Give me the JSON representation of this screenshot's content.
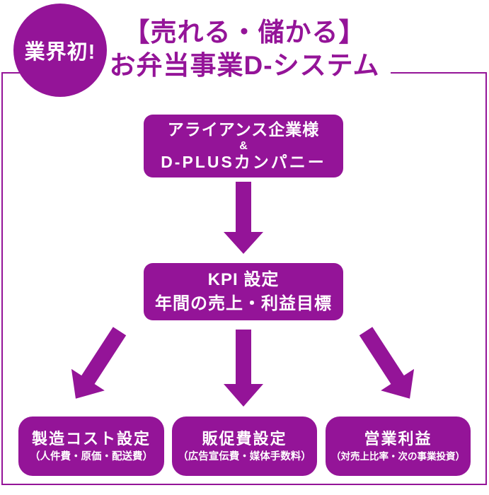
{
  "colors": {
    "purple": "#941498",
    "text_on_purple": "#ffffff",
    "background": "#ffffff"
  },
  "badge": {
    "label": "業界初!"
  },
  "title": {
    "line1": "【売れる・儲かる】",
    "line2": "お弁当事業D-システム"
  },
  "flow": {
    "top_node": {
      "line1": "アライアンス企業様",
      "line2": "&",
      "line3": "D-PLUSカンパニー"
    },
    "kpi_node": {
      "line1": "KPI 設定",
      "line2": "年間の売上・利益目標"
    },
    "bottom_nodes": [
      {
        "title": "製造コスト設定",
        "subtitle": "（人件費・原価・配送費）"
      },
      {
        "title": "販促費設定",
        "subtitle": "（広告宣伝費・媒体手数料）"
      },
      {
        "title": "営業利益",
        "subtitle": "（対売上比率・次の事業投資）"
      }
    ],
    "arrows": [
      {
        "name": "arrow-top-to-kpi",
        "direction": "down"
      },
      {
        "name": "arrow-kpi-to-cost",
        "direction": "down-left"
      },
      {
        "name": "arrow-kpi-to-promo",
        "direction": "down"
      },
      {
        "name": "arrow-kpi-to-profit",
        "direction": "down-right"
      }
    ]
  }
}
